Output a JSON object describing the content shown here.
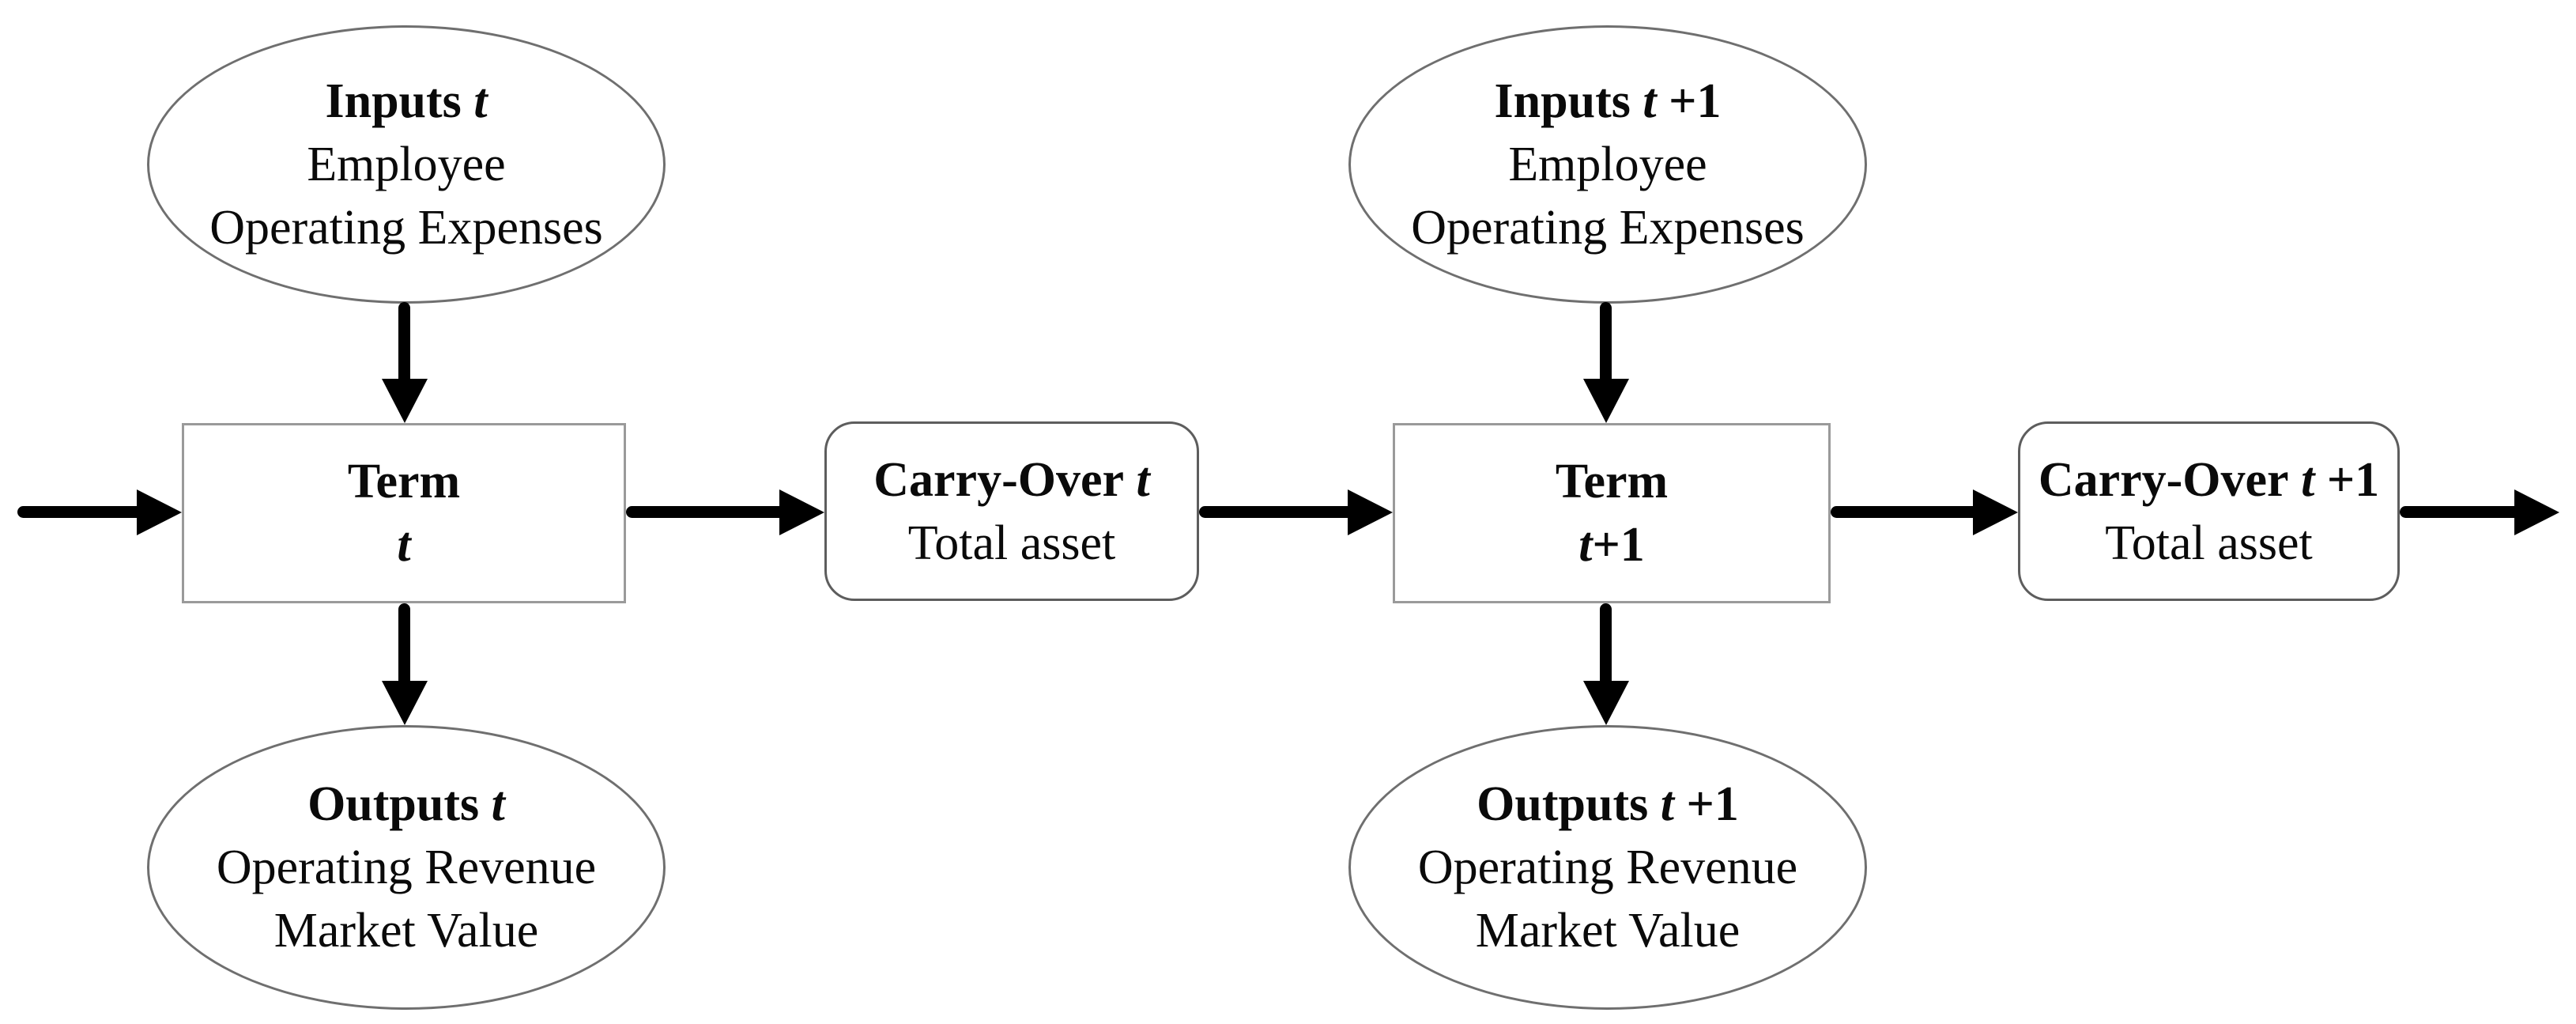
{
  "figure_type": "flow-diagram",
  "colors": {
    "background": "#ffffff",
    "text": "#0a0a0a",
    "arrow": "#000000",
    "ellipse_outline": "#6f6f6f",
    "rect_outline": "#9a9a9a",
    "round_outline": "#5d5d5d"
  },
  "nodes": {
    "inputs_t": {
      "title": "Inputs",
      "title_var": "t",
      "title_suffix": "",
      "lines": [
        "Employee",
        "Operating Expenses"
      ]
    },
    "inputs_t1": {
      "title": "Inputs",
      "title_var": "t",
      "title_suffix": " +1",
      "lines": [
        "Employee",
        "Operating Expenses"
      ]
    },
    "term_t": {
      "title": "Term",
      "var": "t",
      "var_suffix": ""
    },
    "term_t1": {
      "title": "Term",
      "var": "t",
      "var_suffix": "+1"
    },
    "carryover_t": {
      "title": "Carry-Over",
      "title_var": "t",
      "title_suffix": "",
      "lines": [
        "Total asset"
      ]
    },
    "carryover_t1": {
      "title": "Carry-Over",
      "title_var": "t",
      "title_suffix": " +1",
      "lines": [
        "Total asset"
      ]
    },
    "outputs_t": {
      "title": "Outputs",
      "title_var": "t",
      "title_suffix": "",
      "lines": [
        "Operating Revenue",
        "Market Value"
      ]
    },
    "outputs_t1": {
      "title": "Outputs",
      "title_var": "t",
      "title_suffix": " +1",
      "lines": [
        "Operating Revenue",
        "Market Value"
      ]
    }
  }
}
